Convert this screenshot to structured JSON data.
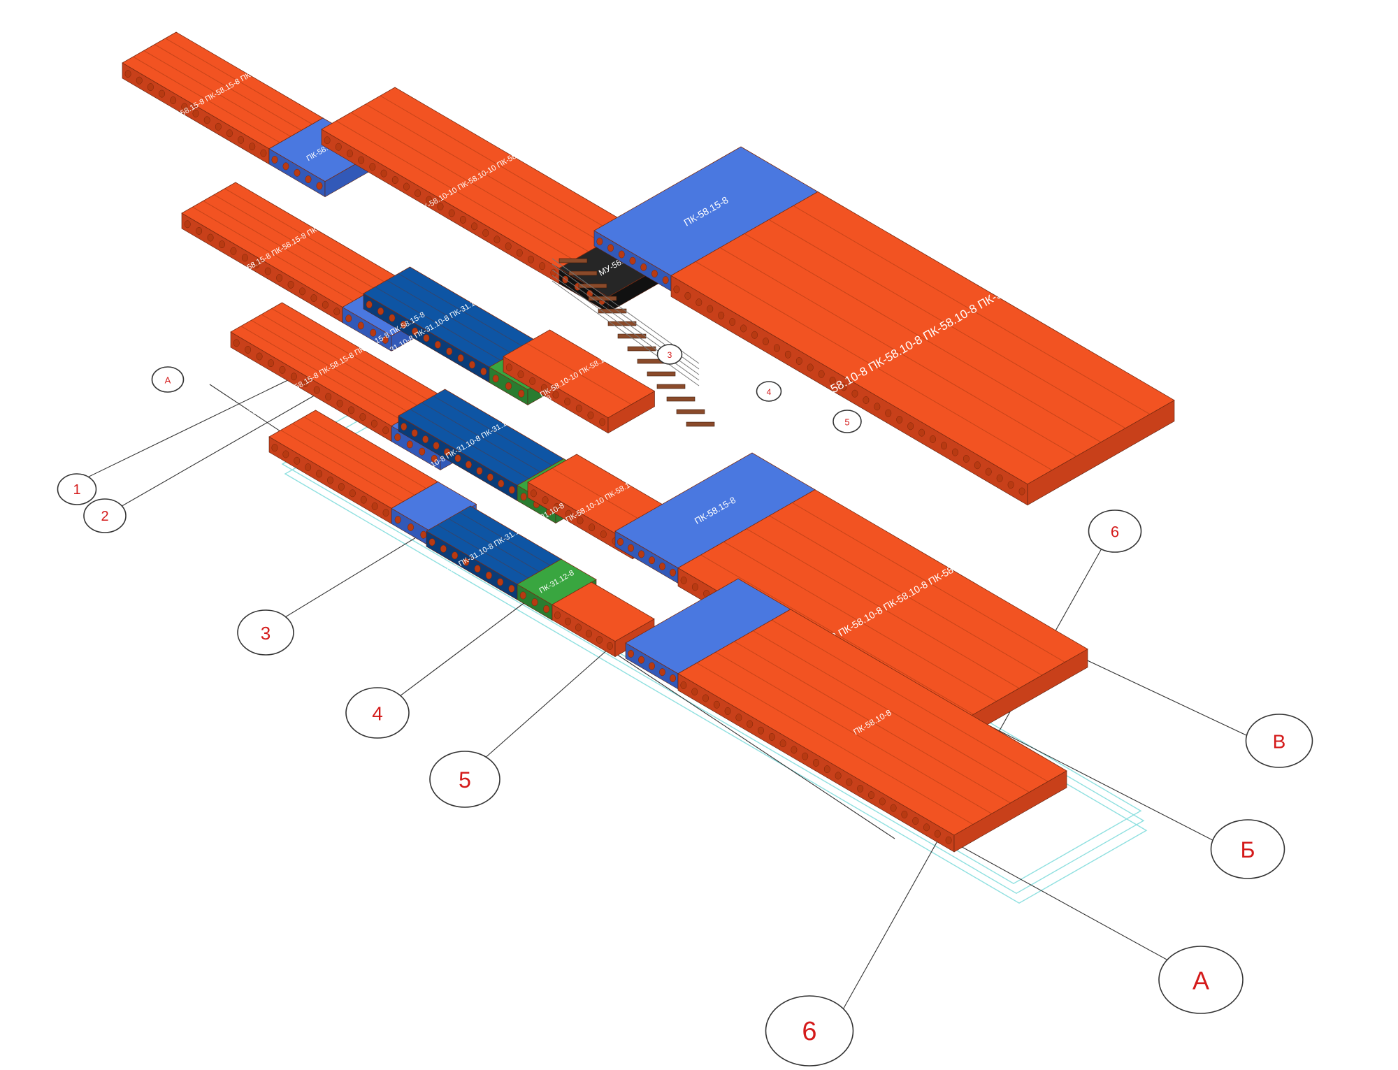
{
  "colors": {
    "plain": "#f25322",
    "plain_side": "#c8401a",
    "wide": "#4a78e0",
    "wide_side": "#3259b8",
    "short": "#0e55a4",
    "short_side": "#0a3c78",
    "stair": "#39a640",
    "stair_side": "#2a7c30",
    "monolith": "#262626",
    "monolith_side": "#111111",
    "axis_text": "#d41a1a"
  },
  "axis_markers": {
    "numbers": [
      "1",
      "2",
      "3",
      "4",
      "5",
      "6"
    ],
    "letters": [
      "А",
      "Б",
      "В"
    ],
    "small_top_a": "А",
    "small_top_3": "3",
    "small_top_4": "4",
    "small_top_5": "5",
    "small_top_6": "6"
  },
  "floors": [
    {
      "name": "floor-4",
      "slabs": [
        {
          "kind": "plain",
          "label": "ПК-58.15-8 ПК-58.15-8 ПК-58.15-8 ПК-58.15-8 ПК-58.15-8"
        },
        {
          "kind": "wide",
          "label": "ПК-58.15-8"
        },
        {
          "kind": "plain",
          "label": "ПК-58.10-10 ПК-58.10-10 ПК-58.10-10 ПК-58.10-10 ПК-58.10-10"
        },
        {
          "kind": "monolith",
          "label": "МУ-58.12-10"
        },
        {
          "kind": "wide",
          "label": "ПК-58.15-8"
        },
        {
          "kind": "plain",
          "label": "ПК-58.10-8  ПК-58.10-8  ПК-58.10-8  ПК-58.10-8  ПК-58.10-8  ПК-58.10-8"
        }
      ]
    },
    {
      "name": "floor-3",
      "slabs": [
        {
          "kind": "plain",
          "label": "ПК-58.15-8 ПК-58.15-8 ПК-58.15-8 ПК-58.15-8 ПК-58.15-8"
        },
        {
          "kind": "wide",
          "label": "ПК-58.15-8"
        },
        {
          "kind": "short",
          "label": "ПК-31.10-8 ПК-31.10-8 ПК-31.10-8 ПК-31.10-8"
        },
        {
          "kind": "stair",
          "label": "ПК-31.12-8"
        },
        {
          "kind": "plain",
          "label": "ПК-58.10-10 ПК-58.10-10"
        }
      ]
    },
    {
      "name": "floor-2",
      "slabs": [
        {
          "kind": "plain",
          "label": "ПК-58.15-8 ПК-58.15-8 ПК-58.15-8 ПК-58.15-8 ПК-58.15-8"
        },
        {
          "kind": "wide",
          "label": "ПК-58.15-8"
        },
        {
          "kind": "short",
          "label": "ПК-31.10-8 ПК-31.10-8 ПК-31.10-8 ПК-31.10-8"
        },
        {
          "kind": "stair",
          "label": "ПК-31.12-8"
        },
        {
          "kind": "plain",
          "label": "ПК-58.10-10 ПК-58.10-10"
        },
        {
          "kind": "wide",
          "label": "ПК-58.15-8"
        },
        {
          "kind": "plain",
          "label": "ПК-58.10-8  ПК-58.10-8  ПК-58.10-8  ПК-58.10-8  ПК-58.10-8  ПК-58.10-8"
        }
      ]
    },
    {
      "name": "floor-1",
      "slabs": [
        {
          "kind": "plain",
          "label": ""
        },
        {
          "kind": "wide",
          "label": ""
        },
        {
          "kind": "short",
          "label": "ПК-31.10-8 ПК-31.10-8 ПК-31.10-8 ПК-31.10-8"
        },
        {
          "kind": "stair",
          "label": "ПК-31.12-8"
        },
        {
          "kind": "plain",
          "label": ""
        },
        {
          "kind": "wide",
          "label": ""
        },
        {
          "kind": "plain",
          "label": "ПК-58.10-8"
        }
      ]
    }
  ]
}
